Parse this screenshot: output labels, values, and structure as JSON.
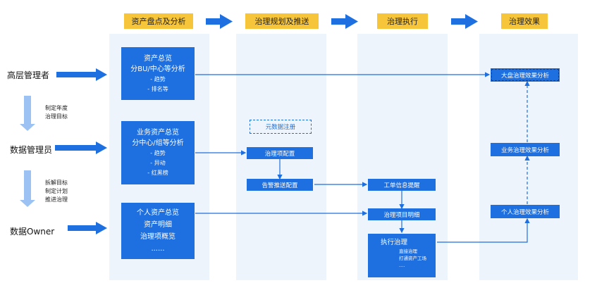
{
  "stages": [
    "资产盘点及分析",
    "治理规划及推送",
    "治理执行",
    "治理效果"
  ],
  "roles": {
    "senior": "高层管理者",
    "data_manager": "数据管理员",
    "owner": "数据Owner"
  },
  "notes": {
    "senior_to_manager": "制定年度\n治理目标",
    "manager_to_owner": "拆解目标\n制定计划\n推进治理"
  },
  "asset_boxes": {
    "senior": {
      "title": "资产总览",
      "subtitle": "分BU/中心等分析",
      "items": [
        "- 趋势",
        "- 排名等"
      ]
    },
    "manager": {
      "title": "业务资产总览",
      "subtitle": "分中心/组等分析",
      "items": [
        "- 趋势",
        "- 异动",
        "- 红黑榜"
      ]
    },
    "owner": {
      "lines": [
        "个人资产总览",
        "资产明细",
        "治理项概览",
        "......"
      ]
    }
  },
  "planning": {
    "metadata_register": "元数据注册",
    "governance_config": "治理项配置",
    "alert_push_config": "告警推送配置"
  },
  "execution": {
    "ticket_reminder": "工单信息提醒",
    "item_detail": "治理项目明细",
    "execute_title": "执行治理",
    "execute_items": [
      "直接治理",
      "打通资产工场",
      "...."
    ]
  },
  "effects": {
    "overall": "大盘治理效果分析",
    "business": "业务治理效果分析",
    "personal": "个人治理效果分析"
  },
  "colors": {
    "accent": "#1e6fe0",
    "stage_header": "#f6c53a",
    "column_bg": "#eef4fb"
  }
}
